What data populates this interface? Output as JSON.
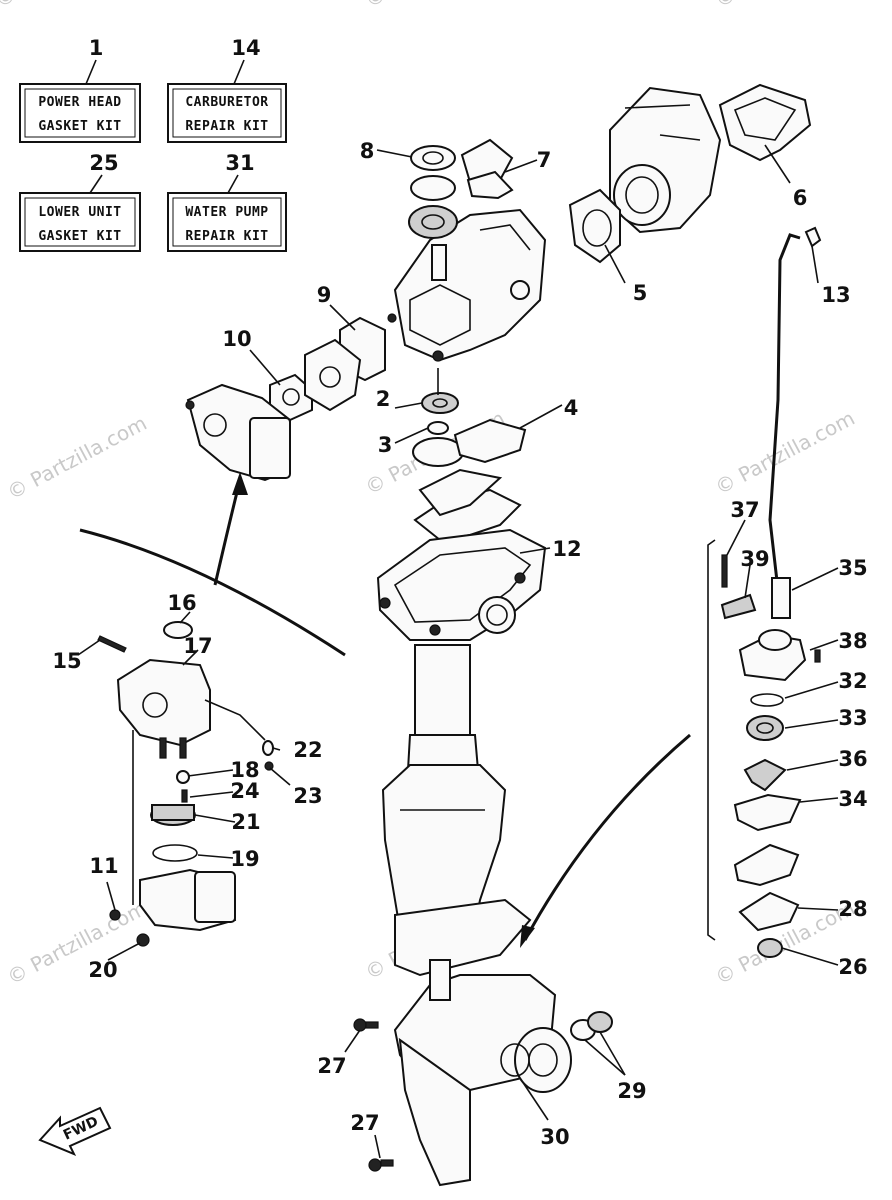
{
  "kits": [
    {
      "number": "1",
      "line1": "POWER HEAD",
      "line2": "GASKET KIT"
    },
    {
      "number": "14",
      "line1": "CARBURETOR",
      "line2": "REPAIR KIT"
    },
    {
      "number": "25",
      "line1": "LOWER UNIT",
      "line2": "GASKET KIT"
    },
    {
      "number": "31",
      "line1": "WATER PUMP",
      "line2": "REPAIR KIT"
    }
  ],
  "callouts": [
    "2",
    "3",
    "4",
    "5",
    "6",
    "7",
    "8",
    "9",
    "10",
    "11",
    "12",
    "13",
    "15",
    "16",
    "17",
    "18",
    "19",
    "20",
    "21",
    "22",
    "23",
    "24",
    "26",
    "27",
    "27",
    "28",
    "29",
    "30",
    "32",
    "33",
    "34",
    "35",
    "36",
    "37",
    "38",
    "39"
  ],
  "watermark": "© Partzilla.com",
  "fwd_label": "FWD"
}
